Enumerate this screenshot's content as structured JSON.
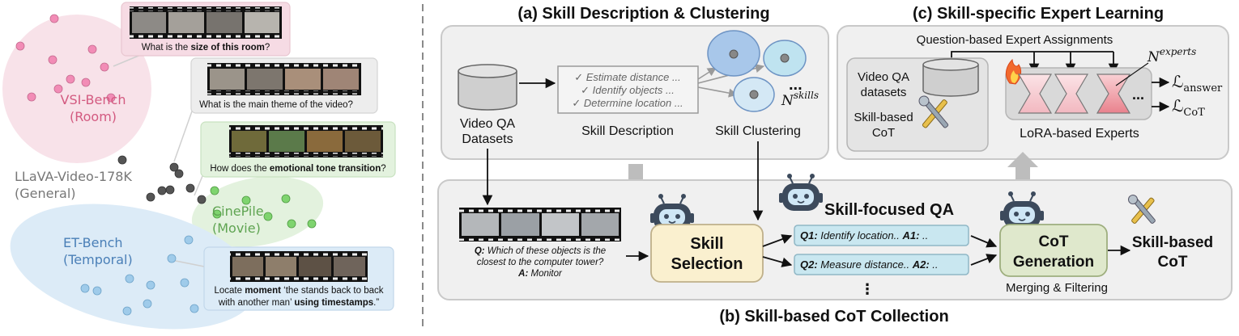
{
  "colors": {
    "vsi": "#f6dbe4",
    "vsi_text": "#d35a80",
    "vsi_point": "#f28cb6",
    "cine": "#e3f2de",
    "cine_text": "#5fa452",
    "cine_point": "#7fd46f",
    "et": "#dcebf7",
    "et_text": "#4a7fb7",
    "et_point": "#9fcbea",
    "general_text": "#777777",
    "general_point": "#555555",
    "panel_bg": "#f0f0f0",
    "panel_border": "#c9c9c9",
    "skill_sel": "#faf0cf",
    "cot_gen": "#dfe8cc",
    "qa_box": "#c9e7f0"
  },
  "left": {
    "vsi": {
      "name": "VSI-Bench",
      "sub": "(Room)",
      "q_pre": "What is the ",
      "q_bold": "size of this room",
      "q_post": "?"
    },
    "general": {
      "name": "LLaVA-Video-178K",
      "sub": "(General)",
      "q": "What is the main theme of the video?"
    },
    "cine": {
      "name": "CinePile",
      "sub": "(Movie)",
      "q_pre": "How does the ",
      "q_bold": "emotional tone transition",
      "q_post": "?"
    },
    "et": {
      "name": "ET-Bench",
      "sub": "(Temporal)",
      "q_l1_pre": "Locate ",
      "q_l1_bold": "moment",
      "q_l1_post": " ‘the stands back to back",
      "q_l2_pre": "with another man’ ",
      "q_l2_bold": "using timestamps",
      "q_l2_post": ".”"
    }
  },
  "panel_a": {
    "title": "(a) Skill Description & Clustering",
    "datasets_l1": "Video QA",
    "datasets_l2": "Datasets",
    "skills": [
      "✓ Estimate distance ...",
      "✓ Identify objects ...",
      "✓ Determine location ..."
    ],
    "skill_desc": "Skill Description",
    "skill_clust": "Skill Clustering",
    "n_skills_base": "N",
    "n_skills_sup": "skills",
    "dots": "..."
  },
  "panel_c": {
    "title": "(c) Skill-specific Expert Learning",
    "assign": "Question-based Expert Assignments",
    "datasets_l1": "Video QA",
    "datasets_l2": "datasets",
    "cot_l1": "Skill-based",
    "cot_l2": "CoT",
    "lora": "LoRA-based Experts",
    "n_exp_base": "N",
    "n_exp_sup": "experts",
    "loss_answer_base": "ℒ",
    "loss_answer_sub": "answer",
    "loss_cot_base": "ℒ",
    "loss_cot_sub": "CoT",
    "dots": "..."
  },
  "panel_b": {
    "title": "(b) Skill-based CoT Collection",
    "q_label": "Q:",
    "q_l1": " Which of these objects is the",
    "q_l2": "closest to the computer tower?",
    "a_label": "A:",
    "a_text": " Monitor",
    "skill_sel_l1": "Skill",
    "skill_sel_l2": "Selection",
    "focused_qa": "Skill-focused QA",
    "qa1_label": "Q1:",
    "qa1_text": " Identify location.. ",
    "qa1_a": "A1:",
    "qa1_a_text": " ..",
    "qa2_label": "Q2:",
    "qa2_text": " Measure distance.. ",
    "qa2_a": "A2:",
    "qa2_a_text": " ..",
    "vdots": "⋮",
    "cot_gen_l1": "CoT",
    "cot_gen_l2": "Generation",
    "merge": "Merging & Filtering",
    "out_l1": "Skill-based",
    "out_l2": "CoT"
  }
}
